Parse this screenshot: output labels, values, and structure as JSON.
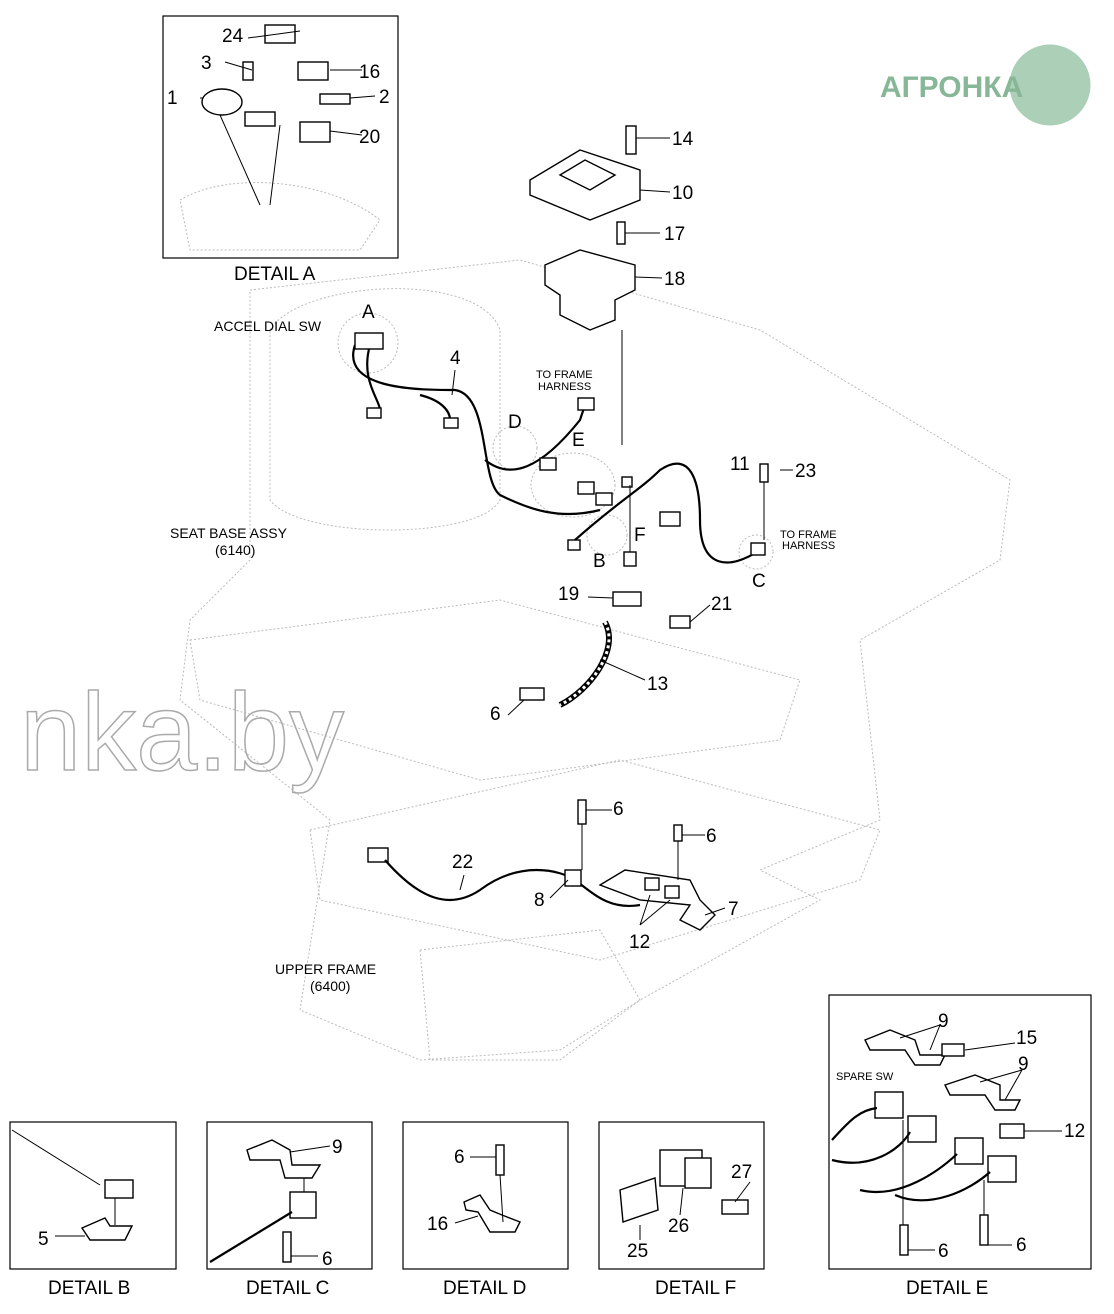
{
  "callouts": {
    "a24": "24",
    "a3": "3",
    "a16": "16",
    "a1": "1",
    "a2": "2",
    "a20": "20",
    "c14": "14",
    "c10": "10",
    "c17": "17",
    "c18": "18",
    "ca": "A",
    "c4": "4",
    "cd": "D",
    "ce": "E",
    "c11": "11",
    "c23": "23",
    "cf": "F",
    "cb": "B",
    "cc": "C",
    "c19": "19",
    "c21": "21",
    "c13": "13",
    "c6a": "6",
    "c6b": "6",
    "c6c": "6",
    "c22": "22",
    "c8": "8",
    "c7": "7",
    "c12": "12",
    "e9a": "9",
    "e15": "15",
    "e9b": "9",
    "e12": "12",
    "e6a": "6",
    "e6b": "6",
    "b5": "5",
    "dc9": "9",
    "dc6": "6",
    "dd6": "6",
    "dd16": "16",
    "f27": "27",
    "f26": "26",
    "f25": "25"
  },
  "labels": {
    "accel_dial_sw": "ACCEL DIAL SW",
    "to_frame_harness_1a": "TO FRAME",
    "to_frame_harness_1b": "HARNESS",
    "to_frame_harness_2a": "TO FRAME",
    "to_frame_harness_2b": "HARNESS",
    "seat_base_assy": "SEAT BASE ASSY",
    "seat_base_code": "(6140)",
    "upper_frame": "UPPER FRAME",
    "upper_frame_code": "(6400)",
    "spare_sw": "SPARE SW"
  },
  "details": {
    "a": "DETAIL  A",
    "b": "DETAIL  B",
    "c": "DETAIL  C",
    "d": "DETAIL  D",
    "f": "DETAIL  F",
    "e": "DETAIL  E"
  },
  "watermark": "nka.by",
  "logo": "АГРОНКА"
}
